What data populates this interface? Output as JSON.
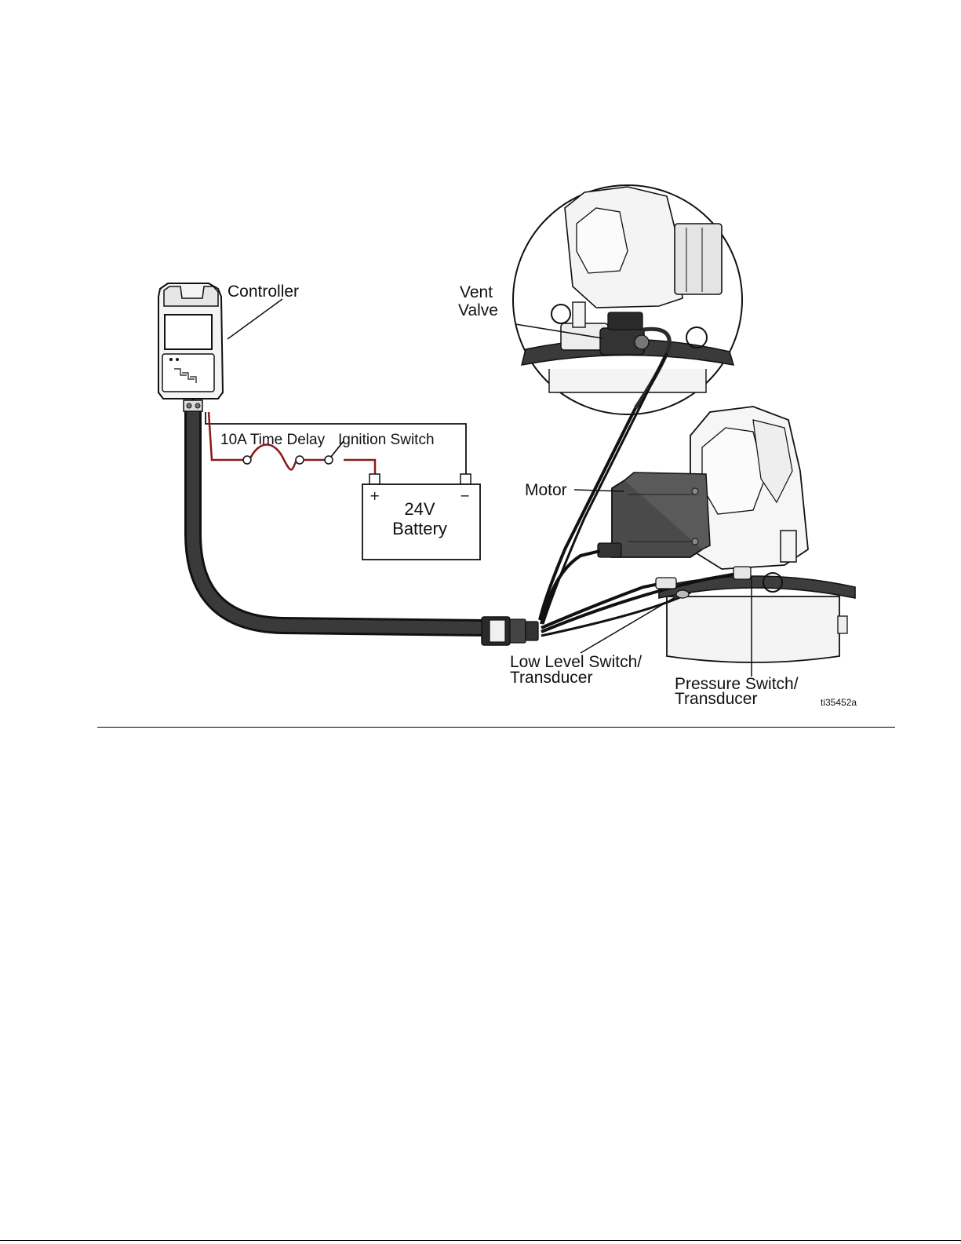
{
  "labels": {
    "controller": "Controller",
    "vent_valve_line1": "Vent",
    "vent_valve_line2": "Valve",
    "fuse": "10A Time Delay",
    "ignition_switch": "Ignition Switch",
    "battery_line1": "24V",
    "battery_line2": "Battery",
    "battery_plus": "+",
    "battery_minus": "−",
    "motor": "Motor",
    "low_level_line1": "Low Level Switch/",
    "low_level_line2": "Transducer",
    "pressure_line1": "Pressure Switch/",
    "pressure_line2": "Transducer",
    "figure_id": "ti35452a"
  },
  "colors": {
    "ink": "#111111",
    "power_wire": "#8b1a1a",
    "cable": "#2b2b2b",
    "motor_body": "#4a4a4a",
    "housing_fill": "#f2f2f2"
  }
}
